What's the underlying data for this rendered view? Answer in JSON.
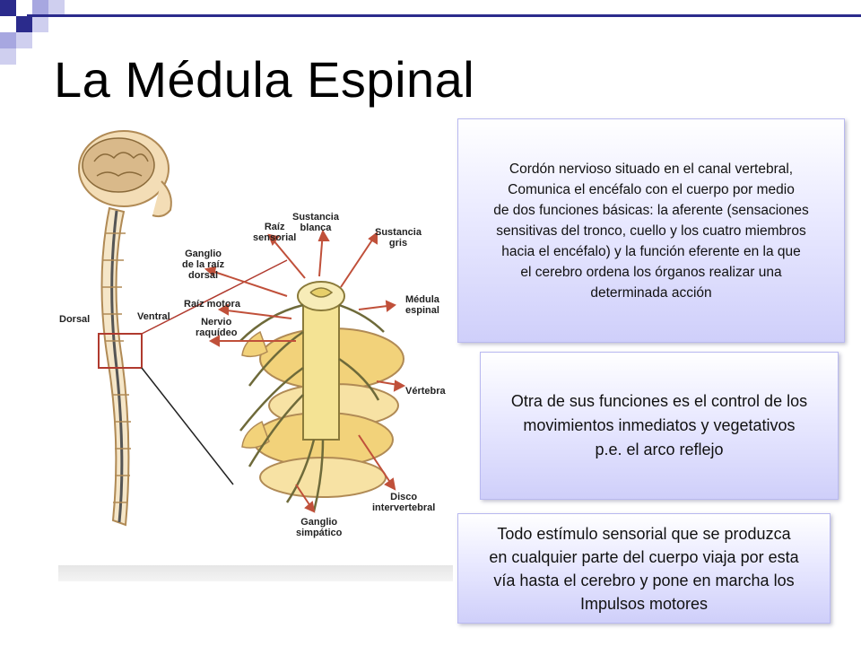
{
  "slide": {
    "title": "La Médula Espinal",
    "accent_color": "#2b2b8c"
  },
  "figure": {
    "labels": {
      "dorsal": "Dorsal",
      "ventral": "Ventral",
      "raiz_sensorial": "Raíz\nsensorial",
      "sustancia_blanca": "Sustancia\nblanca",
      "sustancia_gris": "Sustancia\ngris",
      "ganglio_raiz_dorsal": "Ganglio\nde la raíz\ndorsal",
      "raiz_motora": "Raíz motora",
      "nervio_raquideo": "Nervio\nraquídeo",
      "medula_espinal": "Médula\nespinal",
      "vertebra": "Vértebra",
      "disco_intervertebral": "Disco\nintervertebral",
      "ganglio_simpatico": "Ganglio\nsimpático"
    }
  },
  "boxes": {
    "definition": "Cordón nervioso situado en el canal vertebral,\nComunica el encéfalo con el cuerpo por medio\nde dos funciones básicas: la aferente  (sensaciones\nsensitivas del tronco, cuello y los cuatro miembros\nhacia el encéfalo) y la función  eferente en la que\nel cerebro ordena los órganos realizar una\ndeterminada acción",
    "functions": "Otra de sus funciones es el control de los\n movimientos inmediatos y vegetativos\np.e. el arco reflejo",
    "stimulus": "Todo estímulo sensorial que se produzca\nen cualquier parte del cuerpo viaja por esta\nvía hasta el cerebro y pone en marcha los\nImpulsos motores"
  }
}
